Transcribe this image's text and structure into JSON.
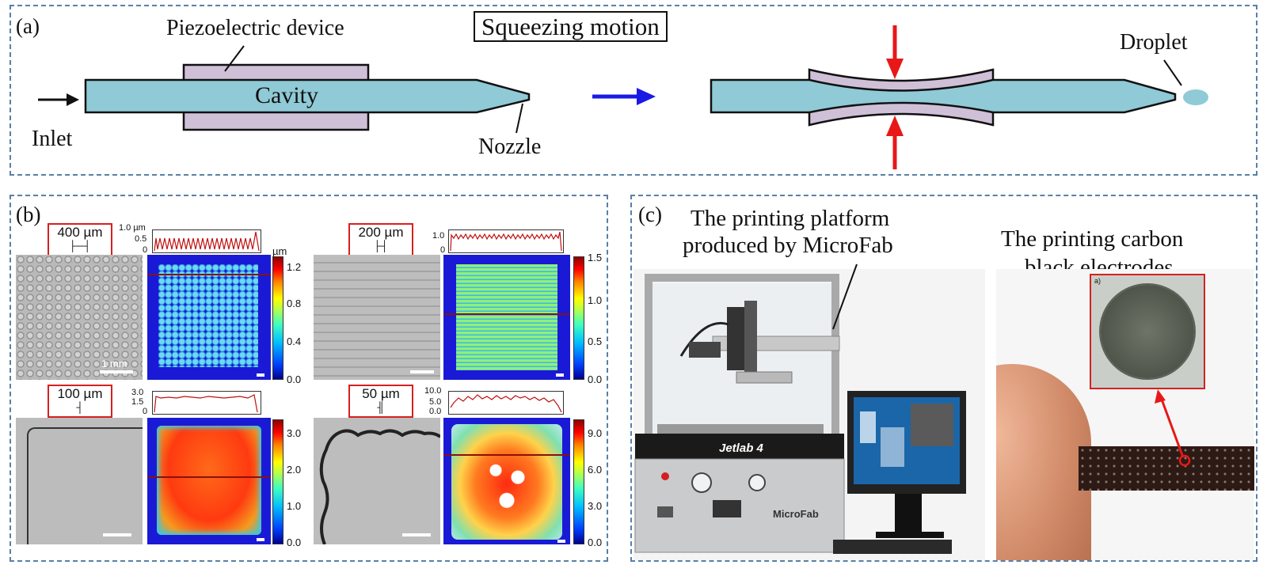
{
  "panel_a": {
    "label": "(a)",
    "title": "Squeezing motion",
    "piezo_label": "Piezoelectric device",
    "cavity_label": "Cavity",
    "inlet_label": "Inlet",
    "nozzle_label": "Nozzle",
    "droplet_label": "Droplet",
    "colors": {
      "cavity": "#8fcad6",
      "piezo": "#cfc0d8",
      "arrow_blue": "#1a1ae6",
      "arrow_red": "#e81818"
    }
  },
  "panel_b": {
    "label": "(b)",
    "tiles": [
      {
        "size_label": "400 µm",
        "scale_label": "1 mm",
        "unit": "µm",
        "profile_ticks": [
          "1.0 µm",
          "0.5",
          "0"
        ],
        "cbar_ticks": [
          "1.2",
          "0.8",
          "0.4",
          "0.0"
        ]
      },
      {
        "size_label": "200 µm",
        "profile_ticks": [
          "1.0",
          "0"
        ],
        "cbar_ticks": [
          "1.5",
          "1.0",
          "0.5",
          "0.0"
        ]
      },
      {
        "size_label": "100 µm",
        "profile_ticks": [
          "3.0",
          "1.5",
          "0"
        ],
        "cbar_ticks": [
          "3.0",
          "2.0",
          "1.0",
          "0.0"
        ]
      },
      {
        "size_label": "50 µm",
        "profile_ticks": [
          "10.0",
          "5.0",
          "0.0"
        ],
        "cbar_ticks": [
          "9.0",
          "6.0",
          "3.0",
          "0.0"
        ]
      }
    ]
  },
  "panel_c": {
    "label": "(c)",
    "platform_caption_1": "The printing platform",
    "platform_caption_2": "produced by MicroFab",
    "electrode_caption_1": "The printing carbon",
    "electrode_caption_2": "black electrodes",
    "machine_name": "Jetlab 4",
    "brand": "MicroFab",
    "inset_label": "a)"
  }
}
